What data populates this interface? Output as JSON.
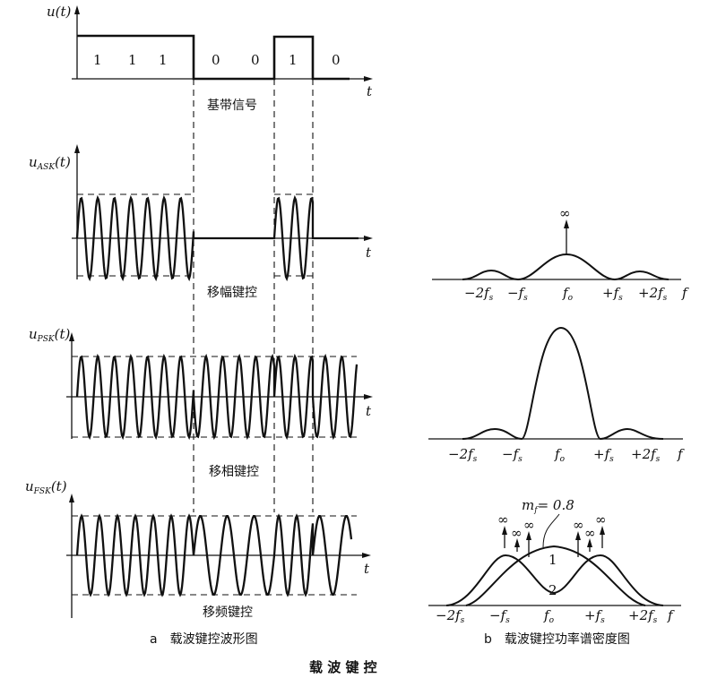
{
  "baseband": {
    "axis_label": "u(t)",
    "t_label": "t",
    "bits": [
      "1",
      "1",
      "1",
      "0",
      "0",
      "1",
      "0"
    ],
    "caption": "基带信号"
  },
  "ask": {
    "axis_label_main": "u",
    "axis_label_sub": "ASK",
    "axis_label_tail": "(t)",
    "t_label": "t",
    "caption": "移幅键控"
  },
  "psk": {
    "axis_label_main": "u",
    "axis_label_sub": "PSK",
    "axis_label_tail": "(t)",
    "t_label": "t",
    "caption": "移相键控"
  },
  "fsk": {
    "axis_label_main": "u",
    "axis_label_sub": "FSK",
    "axis_label_tail": "(t)",
    "t_label": "t",
    "caption": "移频键控"
  },
  "spectrum": {
    "infinity": "∞",
    "f_label": "f",
    "ticks": [
      "−2f",
      "−f",
      "f",
      "+f",
      "+2f"
    ],
    "subs": [
      "s",
      "s",
      "o",
      "s",
      "s"
    ],
    "mf_label": "m",
    "mf_sub": "f",
    "mf_value": "= 0.8",
    "curve1": "1",
    "curve2": "2"
  },
  "captions": {
    "left": "a　载波键控波形图",
    "right": "b　载波键控功率谱密度图",
    "main": "载 波 键 控"
  }
}
